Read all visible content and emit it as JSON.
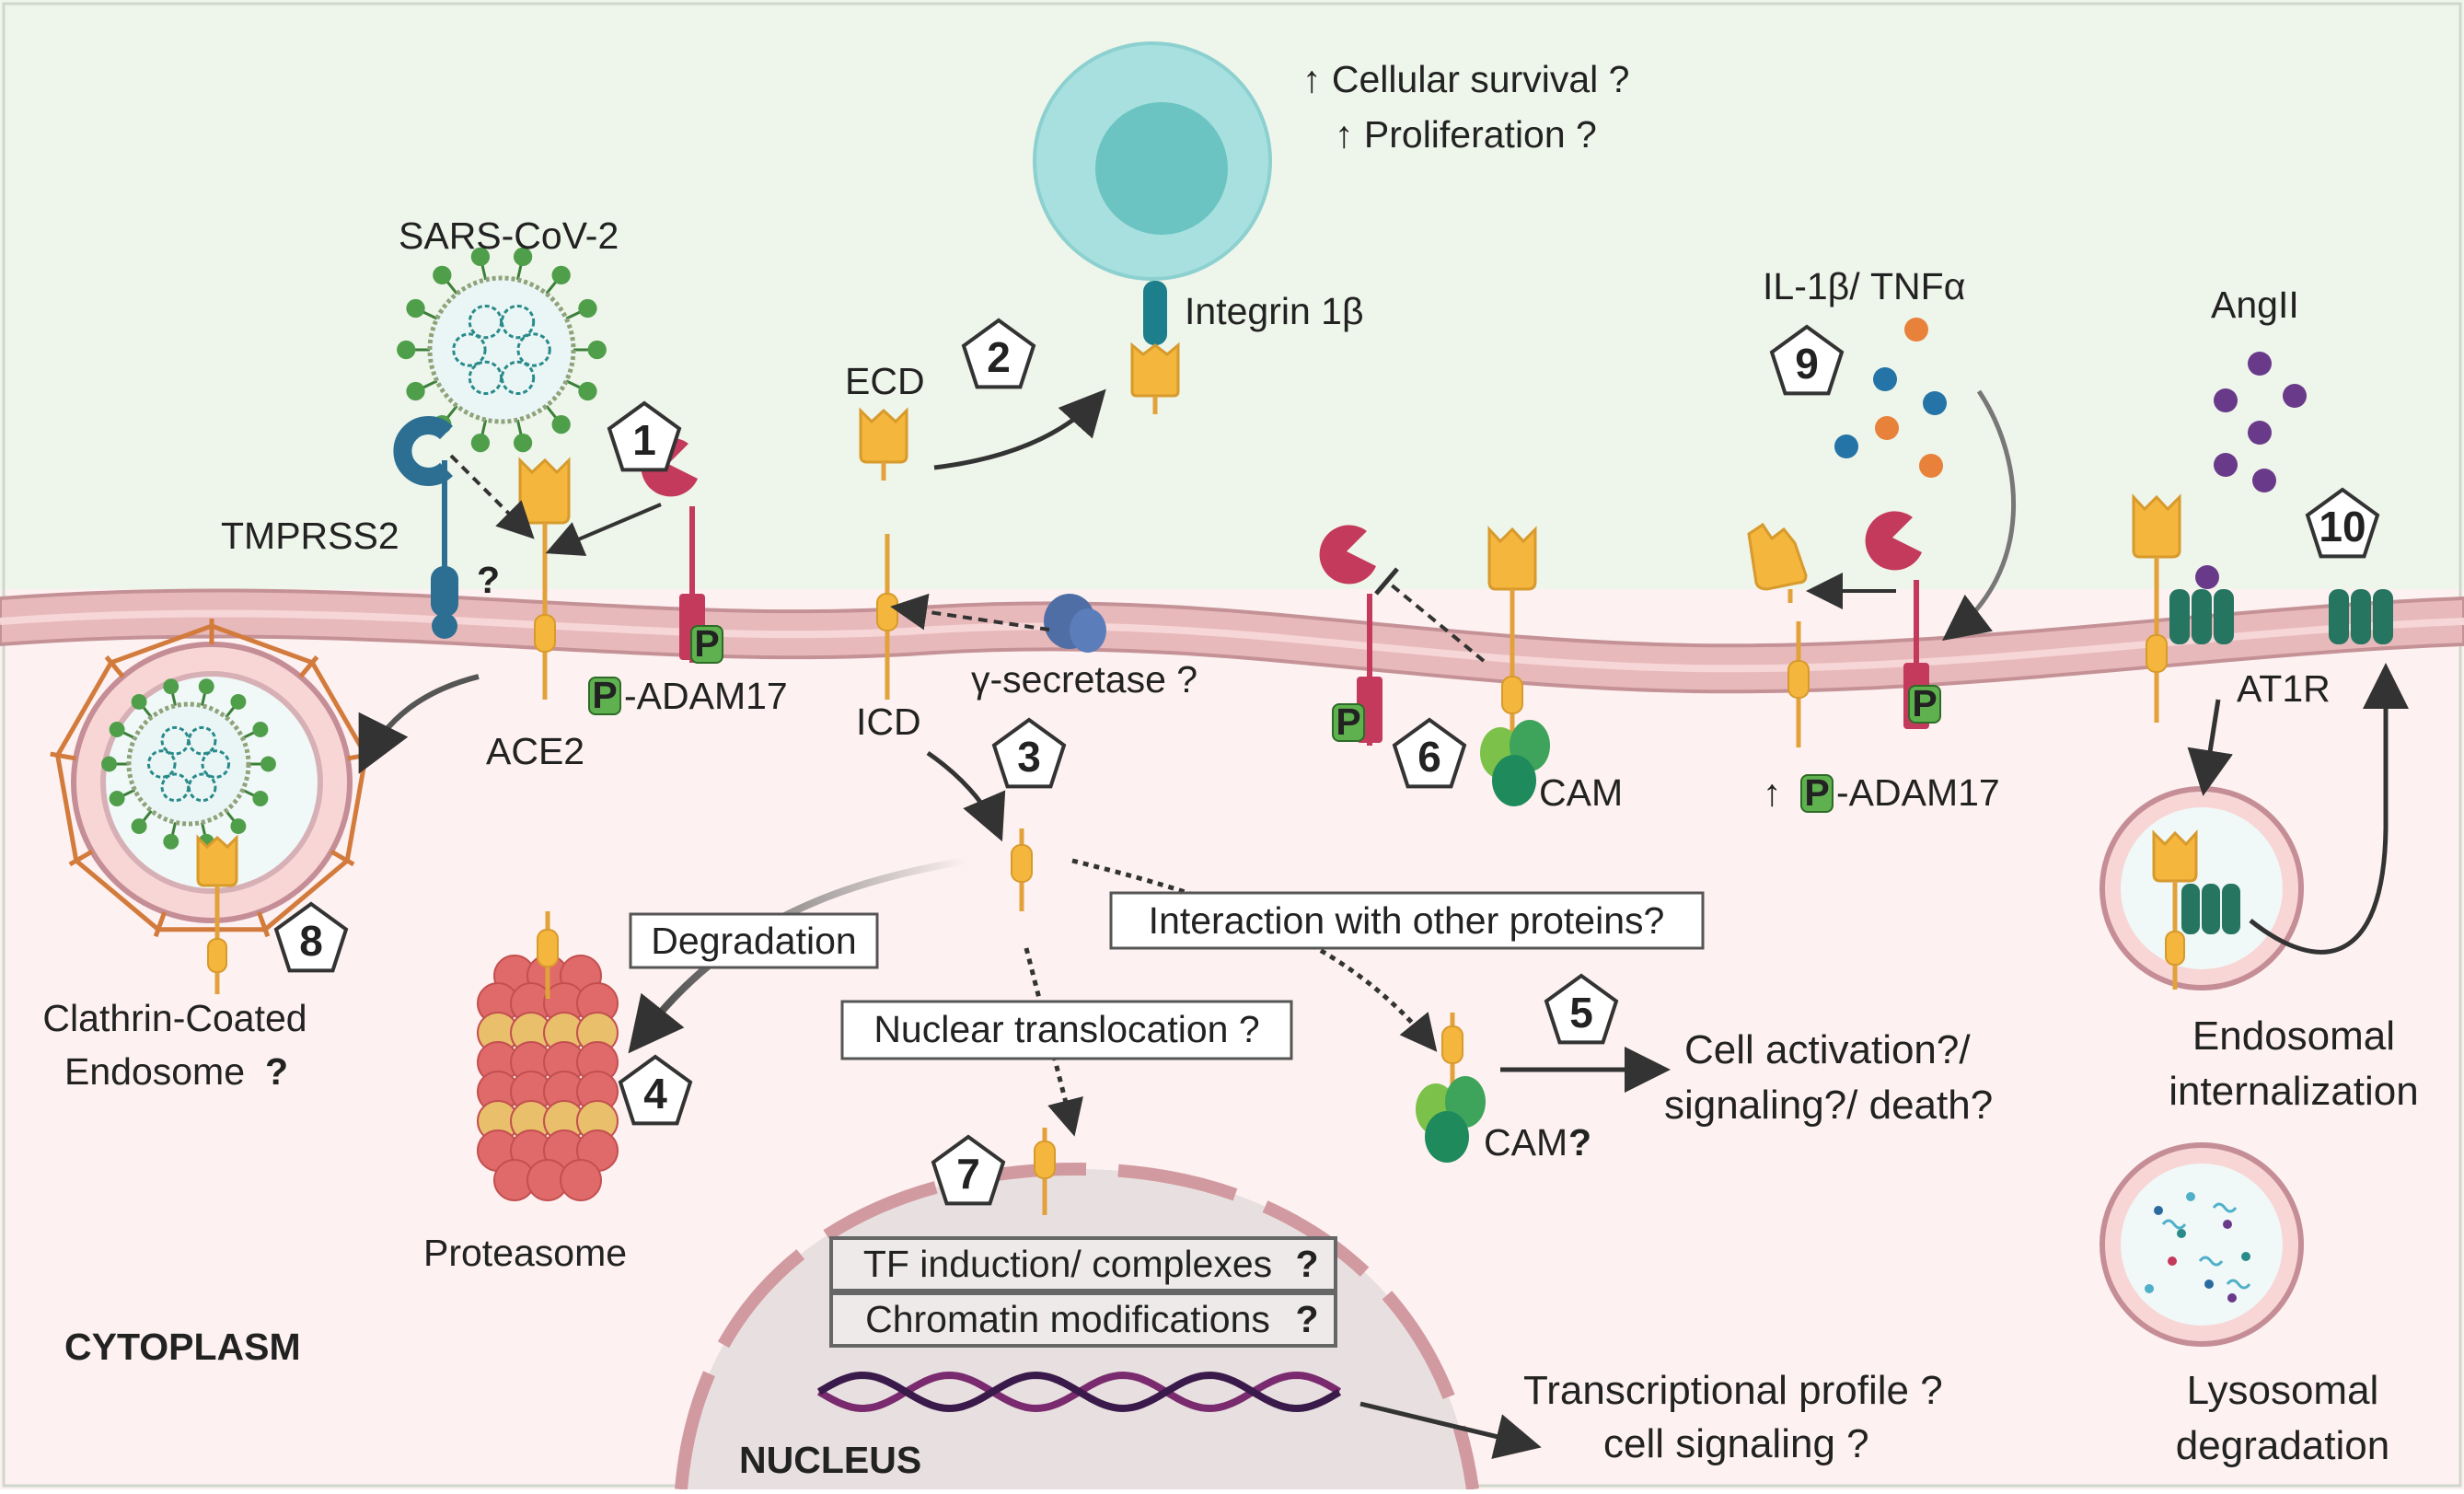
{
  "labels": {
    "sars_cov_2": "SARS-CoV-2",
    "tmprss2": "TMPRSS2",
    "question": "?",
    "ace2": "ACE2",
    "p": "P",
    "p_adam17": "-ADAM17",
    "clathrin_line1": "Clathrin-Coated",
    "clathrin_line2": "Endosome",
    "ecd": "ECD",
    "icd": "ICD",
    "gamma_secretase": "γ-secretase ?",
    "integrin": "Integrin 1β",
    "survival": "↑ Cellular survival ?",
    "proliferation": "↑ Proliferation ?",
    "degradation": "Degradation",
    "proteasome": "Proteasome",
    "nuclear_translocation": "Nuclear translocation ?",
    "interaction": "Interaction with other proteins?",
    "cam": "CAM",
    "cam_q": "CAM",
    "cell_activation_1": "Cell activation?/",
    "cell_activation_2": "signaling?/ death?",
    "il1b_tnfa": "IL-1β/ TNFα",
    "up_p_adam17_arrow": "↑",
    "up_p_adam17": "-ADAM17",
    "angii": "AngII",
    "at1r": "AT1R",
    "endosomal_1": "Endosomal",
    "endosomal_2": "internalization",
    "lysosomal_1": "Lysosomal",
    "lysosomal_2": "degradation",
    "tf_induction": "TF induction/ complexes",
    "chromatin": "Chromatin modifications",
    "cytoplasm": "CYTOPLASM",
    "nucleus": "NUCLEUS",
    "transcriptional_1": "Transcriptional profile ?",
    "transcriptional_2": "cell signaling ?"
  },
  "steps": [
    "1",
    "2",
    "3",
    "4",
    "5",
    "6",
    "7",
    "8",
    "9",
    "10"
  ],
  "colors": {
    "extracellular": "#eef5ea",
    "cytoplasm": "#fdf1f1",
    "membrane": "#e8b9bb",
    "membrane_edge": "#c49296",
    "ace2": "#f5b63d",
    "ace2_stem": "#e2a13a",
    "adam17": "#c43a5c",
    "tmprss2": "#2d6f92",
    "p_badge": "#5fb14f",
    "cam_green": "#3ea35b",
    "at1r": "#257560",
    "nucleus": "#e8e0e0",
    "proteasome_red": "#e06a6a",
    "proteasome_orange": "#e9bf6b",
    "virus_spike": "#4f9e4a",
    "gamma": "#4f6ea5",
    "cell": "#a8e0e0",
    "cell_nucleus": "#6cc4c2",
    "il1b": "#e8813a",
    "tnfa": "#2474a7",
    "angii": "#6a3a8a"
  }
}
